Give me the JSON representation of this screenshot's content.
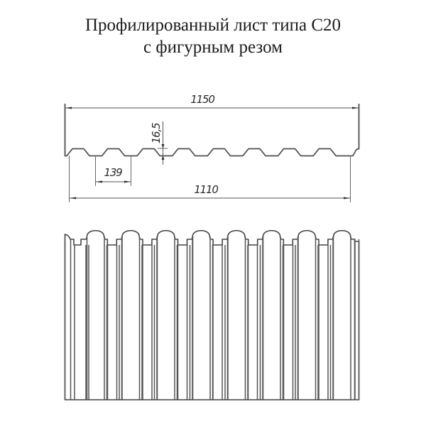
{
  "title": {
    "line1": "Профилированный лист типа С20",
    "line2": "с фигурным резом"
  },
  "profile_section": {
    "overall_width": "1150",
    "useful_width": "1110",
    "pitch": "139",
    "height": "16,5",
    "crest_count": 8
  },
  "sheet_view": {
    "arch_count": 8,
    "cut_type": "figured (arched) cut"
  },
  "colors": {
    "line": "#555555",
    "text": "#1c1c1c",
    "background": "#ffffff"
  }
}
